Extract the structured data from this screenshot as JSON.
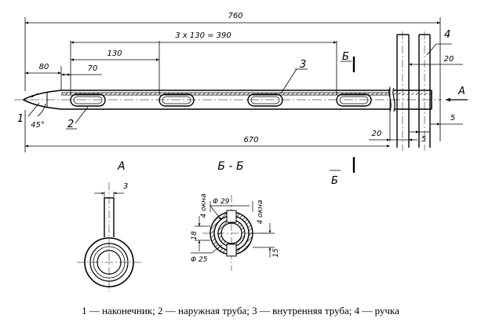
{
  "dimensions": {
    "overall": "760",
    "pitch": "3 x 130 = 390",
    "d130": "130",
    "d80": "80",
    "d70": "70",
    "d20_top": "20",
    "angle": "45°",
    "d670": "670",
    "d20_bottom": "20",
    "d5_right": "5",
    "d5_mid": "5",
    "d3": "3",
    "dia29": "Φ 29",
    "dia25": "Φ 25",
    "d18": "18",
    "d15": "15",
    "okna_left": "4 окна",
    "okna_right": "4 окна"
  },
  "labels": {
    "item1": "1",
    "item2": "2",
    "item3": "3",
    "item4": "4",
    "view_a_arrow": "A",
    "view_a": "A",
    "cut_top": "Б",
    "cut_bottom": "Б",
    "section": "Б - Б"
  },
  "caption": "1 — наконечник; 2 — наружная труба; 3 — внутренняя труба; 4 — ручка"
}
